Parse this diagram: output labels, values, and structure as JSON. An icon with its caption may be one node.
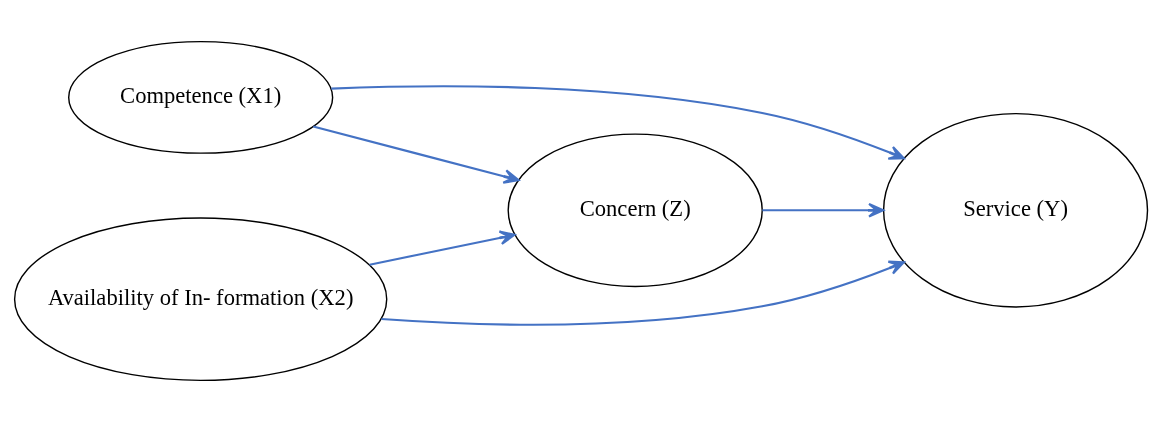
{
  "diagram": {
    "nodes": [
      {
        "text": [
          "Competence (X1)"
        ]
      },
      {
        "text": [
          "Availability of In- formation (X2)"
        ]
      },
      {
        "text": [
          "Concern (Z)"
        ]
      },
      {
        "text": [
          "Service (Y)"
        ]
      }
    ],
    "edges": [
      {
        "from": 0,
        "to": 3,
        "arrow": "to"
      },
      {
        "from": 0,
        "to": 2,
        "arrow": "to"
      },
      {
        "from": 1,
        "to": 2,
        "arrow": "to"
      },
      {
        "from": 1,
        "to": 3,
        "arrow": "to"
      },
      {
        "from": 2,
        "to": 3,
        "arrow": "to"
      }
    ]
  }
}
